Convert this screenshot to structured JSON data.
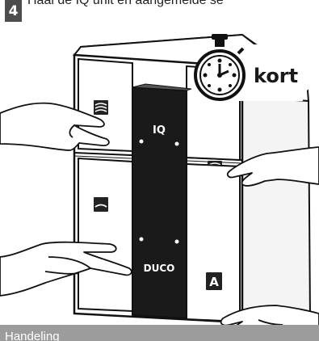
{
  "step": {
    "number": "4"
  },
  "caption": "Haal de IQ unit en aangemelde se",
  "timer": {
    "label": "kort"
  },
  "device": {
    "center_label_top": "IQ",
    "center_label_bottom": "DUCO",
    "buttons": [
      {
        "name": "top-left",
        "icon": "ventilation-high-icon"
      },
      {
        "name": "top-right",
        "icon": "ventilation-max-icon"
      },
      {
        "name": "bottom-left",
        "icon": "ventilation-low-icon"
      },
      {
        "name": "bottom-right",
        "icon": "auto-button-icon",
        "label": "A"
      }
    ]
  },
  "footer": {
    "text": "Handeling"
  },
  "colors": {
    "background": "#ffffff",
    "badge": "#4d4d4d",
    "footer": "#9c9c9c",
    "panel": "#1a1a1a"
  }
}
